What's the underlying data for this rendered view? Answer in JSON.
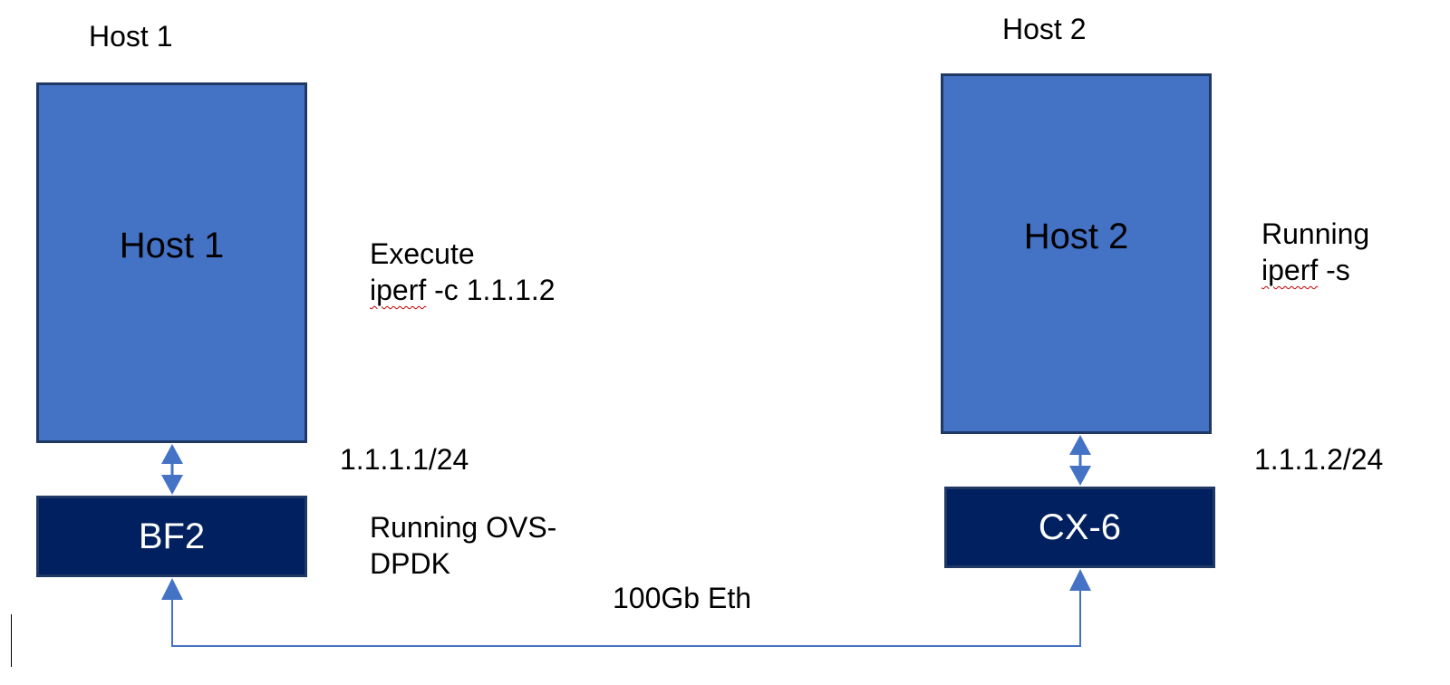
{
  "host1": {
    "title": "Host 1",
    "box_label": "Host 1",
    "nic_label": "BF2",
    "command_line1": "Execute",
    "command_line2_a": "iperf",
    "command_line2_b": " -c 1.1.1.2",
    "ip": "1.1.1.1/24",
    "nic_note_line1": "Running OVS-",
    "nic_note_line2": "DPDK"
  },
  "host2": {
    "title": "Host 2",
    "box_label": "Host 2",
    "nic_label": "CX-6",
    "command_line1": "Running",
    "command_line2_a": "iperf",
    "command_line2_b": " -s",
    "ip": "1.1.1.2/24"
  },
  "link": {
    "label": "100Gb Eth"
  },
  "colors": {
    "host": "#4472c4",
    "nic": "#002060",
    "border": "#1f3864",
    "line": "#4472c4"
  }
}
